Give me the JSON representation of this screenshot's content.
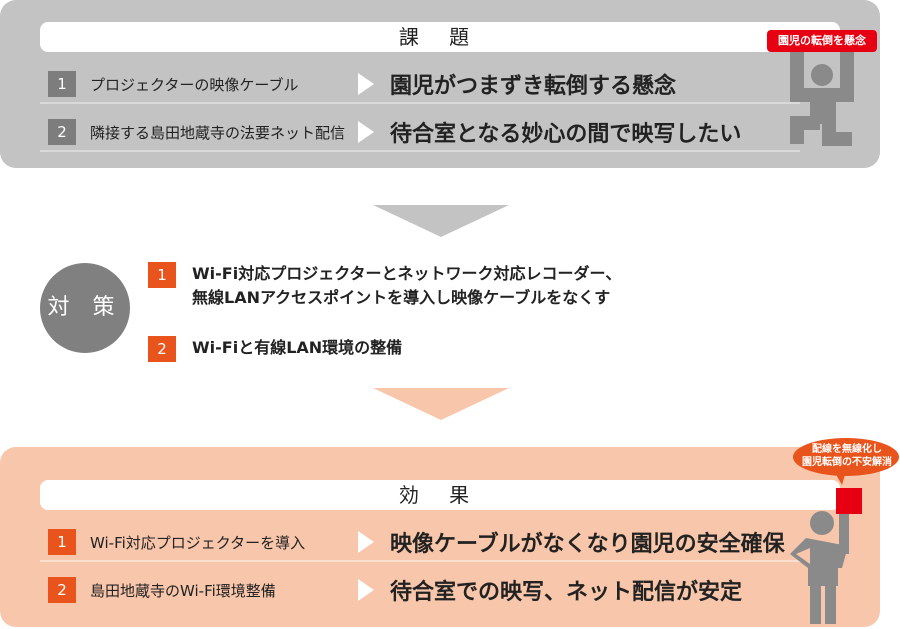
{
  "issues": {
    "title": "課 題",
    "badge": "園児の転倒を懸念",
    "rows": [
      {
        "num": "1",
        "label": "プロジェクターの映像ケーブル",
        "result": "園児がつまずき転倒する懸念"
      },
      {
        "num": "2",
        "label": "隣接する島田地蔵寺の法要ネット配信",
        "result": "待合室となる妙心の間で映写したい"
      }
    ]
  },
  "measures": {
    "title": "対 策",
    "items": [
      {
        "num": "1",
        "line1": "Wi-Fi対応プロジェクターとネットワーク対応レコーダー、",
        "line2": "無線LANアクセスポイントを導入し映像ケーブルをなくす"
      },
      {
        "num": "2",
        "line1": "Wi-Fiと有線LAN環境の整備"
      }
    ]
  },
  "effects": {
    "title": "効 果",
    "bubble_line1": "配線を無線化し",
    "bubble_line2": "園児転倒の不安解消",
    "rows": [
      {
        "num": "1",
        "label": "Wi-Fi対応プロジェクターを導入",
        "result": "映像ケーブルがなくなり園児の安全確保"
      },
      {
        "num": "2",
        "label": "島田地蔵寺のWi-Fi環境整備",
        "result": "待合室での映写、ネット配信が安定"
      }
    ]
  },
  "colors": {
    "orange": "#e8541c",
    "gray": "#808080",
    "peach": "#f8c6aa",
    "red": "#e60012"
  }
}
